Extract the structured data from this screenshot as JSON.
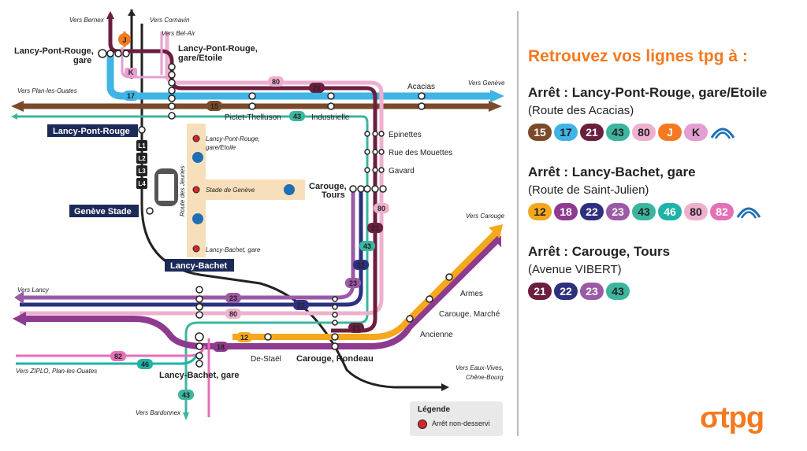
{
  "map": {
    "directions": {
      "bernex": "Vers Bernex",
      "cornavin": "Vers Cornavin",
      "bel_air": "Vers Bel-Air",
      "plan_les_ouates": "Vers Plan-les-Ouates",
      "geneve": "Vers Genève",
      "carouge": "Vers Carouge",
      "lancy": "Vers Lancy",
      "zipo": "Vers ZIPLO, Plan-les-Ouates",
      "bardonnex": "Vers Bardonnex",
      "eaux_vives": "Vers Eaux-Vives,",
      "chene_bourg": "Chêne-Bourg"
    },
    "stations": {
      "lpr_gare_1": "Lancy-Pont-Rouge,",
      "lpr_gare_2": "gare",
      "lpr_etoile_1": "Lancy-Pont-Rouge,",
      "lpr_etoile_2": "gare/Etoile",
      "acacias": "Acacias",
      "pictet": "Pictet-Thelluson",
      "industrielle": "Industrielle",
      "epinettes": "Epinettes",
      "mouettes": "Rue des Mouettes",
      "gavard": "Gavard",
      "carouge_tours_1": "Carouge,",
      "carouge_tours_2": "Tours",
      "armes": "Armes",
      "carouge_marche": "Carouge, Marché",
      "ancienne": "Ancienne",
      "de_stael": "De-Staël",
      "carouge_rondeau": "Carouge, Rondeau",
      "lancy_bachet_gare": "Lancy-Bachet, gare"
    },
    "boxes": {
      "lancy_pont_rouge": "Lancy-Pont-Rouge",
      "geneve_stade": "Genève Stade",
      "lancy_bachet": "Lancy-Bachet"
    },
    "leman_express": [
      "L1",
      "L2",
      "L3",
      "L4"
    ],
    "route_des_jeunes": "Route des Jeunes",
    "jeunes_stops": {
      "s1_a": "Lancy-Pont-Rouge,",
      "s1_b": "gare/Etoile",
      "s2": "Stade de Genève",
      "s3": "Lancy-Bachet, gare"
    },
    "line_labels": {
      "l80_top": "80",
      "l21_top": "21",
      "l17": "17",
      "l15": "15",
      "l43_top": "43",
      "l_k": "K",
      "l_j": "J",
      "l80_right": "80",
      "l21_right": "21",
      "l43_mid": "43",
      "l22_mid": "22",
      "l23_mid": "23",
      "l23_bottom": "23",
      "l22_bottom": "22",
      "l80_bottom": "80",
      "l21_bottom": "21",
      "l12": "12",
      "l18": "18",
      "l82": "82",
      "l46": "46",
      "l43_down": "43"
    }
  },
  "legend": {
    "title": "Légende",
    "item": "Arrêt non-desservi"
  },
  "panel": {
    "title": "Retrouvez vos lignes tpg à :",
    "stops": [
      {
        "name": "Arrêt : Lancy-Pont-Rouge, gare/Etoile",
        "street": "(Route des Acacias)",
        "lines": [
          {
            "label": "15",
            "bg": "#7a4a2a",
            "fg": "#ffffff"
          },
          {
            "label": "17",
            "bg": "#3fb4e5",
            "fg": "#222222"
          },
          {
            "label": "21",
            "bg": "#6b1e3e",
            "fg": "#ffffff"
          },
          {
            "label": "43",
            "bg": "#3cb59e",
            "fg": "#222222"
          },
          {
            "label": "80",
            "bg": "#eeb0cf",
            "fg": "#222222"
          },
          {
            "label": "J",
            "bg": "#f47920",
            "fg": "#ffffff"
          },
          {
            "label": "K",
            "bg": "#e59ed0",
            "fg": "#222222"
          }
        ],
        "wave": true
      },
      {
        "name": "Arrêt : Lancy-Bachet, gare",
        "street": "(Route de Saint-Julien)",
        "lines": [
          {
            "label": "12",
            "bg": "#f5a81c",
            "fg": "#222222"
          },
          {
            "label": "18",
            "bg": "#8e3a8f",
            "fg": "#ffffff"
          },
          {
            "label": "22",
            "bg": "#2f2f7f",
            "fg": "#ffffff"
          },
          {
            "label": "23",
            "bg": "#9b5aa5",
            "fg": "#ffffff"
          },
          {
            "label": "43",
            "bg": "#3cb59e",
            "fg": "#222222"
          },
          {
            "label": "46",
            "bg": "#1fb3a8",
            "fg": "#ffffff"
          },
          {
            "label": "80",
            "bg": "#eeb0cf",
            "fg": "#222222"
          },
          {
            "label": "82",
            "bg": "#e56fb8",
            "fg": "#ffffff"
          }
        ],
        "wave": true
      },
      {
        "name": "Arrêt : Carouge, Tours",
        "street": "(Avenue VIBERT)",
        "lines": [
          {
            "label": "21",
            "bg": "#6b1e3e",
            "fg": "#ffffff"
          },
          {
            "label": "22",
            "bg": "#2f2f7f",
            "fg": "#ffffff"
          },
          {
            "label": "23",
            "bg": "#9b5aa5",
            "fg": "#ffffff"
          },
          {
            "label": "43",
            "bg": "#3cb59e",
            "fg": "#222222"
          }
        ],
        "wave": false
      }
    ]
  },
  "logo": {
    "text": "tpg",
    "color": "#f47920"
  }
}
